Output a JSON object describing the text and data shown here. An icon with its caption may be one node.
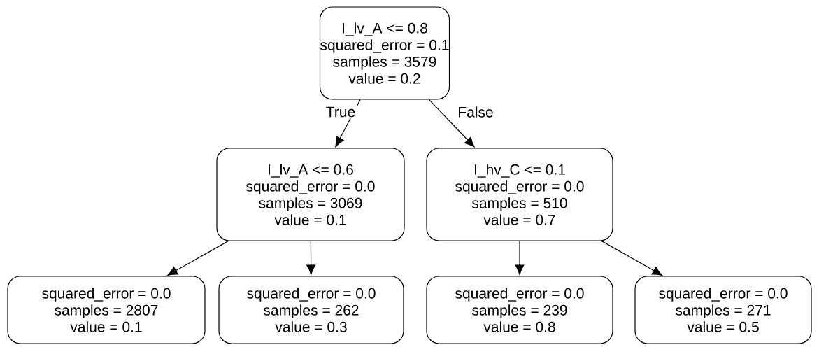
{
  "diagram": {
    "nodes": [
      {
        "text": [
          "I_lv_A <= 0.8",
          "squared_error = 0.1",
          "samples = 3579",
          "value = 0.2"
        ]
      },
      {
        "text": [
          "I_lv_A <= 0.6",
          "squared_error = 0.0",
          "samples = 3069",
          "value = 0.1"
        ]
      },
      {
        "text": [
          "I_hv_C <= 0.1",
          "squared_error = 0.0",
          "samples = 510",
          "value = 0.7"
        ]
      },
      {
        "text": [
          "squared_error = 0.0",
          "samples = 2807",
          "value = 0.1"
        ]
      },
      {
        "text": [
          "squared_error = 0.0",
          "samples = 262",
          "value = 0.3"
        ]
      },
      {
        "text": [
          "squared_error = 0.0",
          "samples = 239",
          "value = 0.8"
        ]
      },
      {
        "text": [
          "squared_error = 0.0",
          "samples = 271",
          "value = 0.5"
        ]
      }
    ],
    "edges": [
      {
        "from": 0,
        "to": 1,
        "arrow": "to",
        "label": "True"
      },
      {
        "from": 0,
        "to": 2,
        "arrow": "to",
        "label": "False"
      },
      {
        "from": 1,
        "to": 3,
        "arrow": "to"
      },
      {
        "from": 1,
        "to": 4,
        "arrow": "to"
      },
      {
        "from": 2,
        "to": 5,
        "arrow": "to"
      },
      {
        "from": 2,
        "to": 6,
        "arrow": "to"
      }
    ]
  }
}
